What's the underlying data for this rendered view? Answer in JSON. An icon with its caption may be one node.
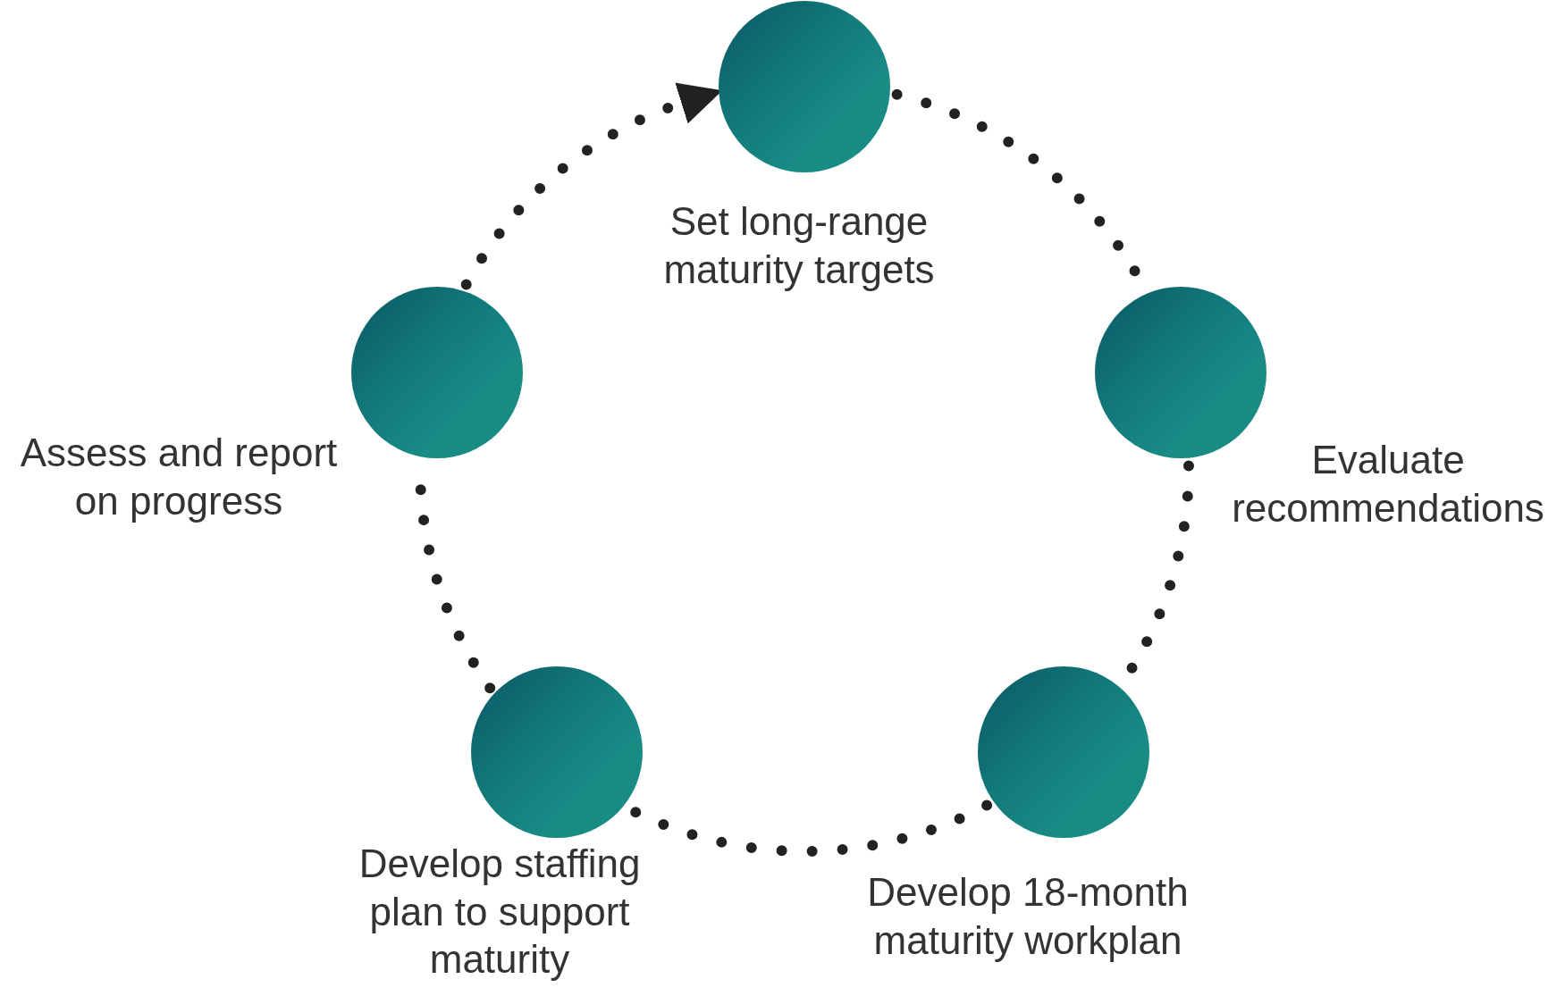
{
  "diagram": {
    "nodes": [
      {
        "text": [
          "Set long-range maturity targets"
        ]
      },
      {
        "text": [
          "Evaluate recommendations"
        ]
      },
      {
        "text": [
          "Develop 18-month maturity workplan"
        ]
      },
      {
        "text": [
          "Develop staffing plan to support maturity"
        ]
      },
      {
        "text": [
          "Assess and report on progress"
        ]
      }
    ],
    "edges": [
      {
        "from": 0,
        "to": 1,
        "arrow": "none"
      },
      {
        "from": 1,
        "to": 2,
        "arrow": "none"
      },
      {
        "from": 2,
        "to": 3,
        "arrow": "none"
      },
      {
        "from": 3,
        "to": 4,
        "arrow": "none"
      },
      {
        "from": 4,
        "to": 0,
        "arrow": "to"
      }
    ]
  }
}
